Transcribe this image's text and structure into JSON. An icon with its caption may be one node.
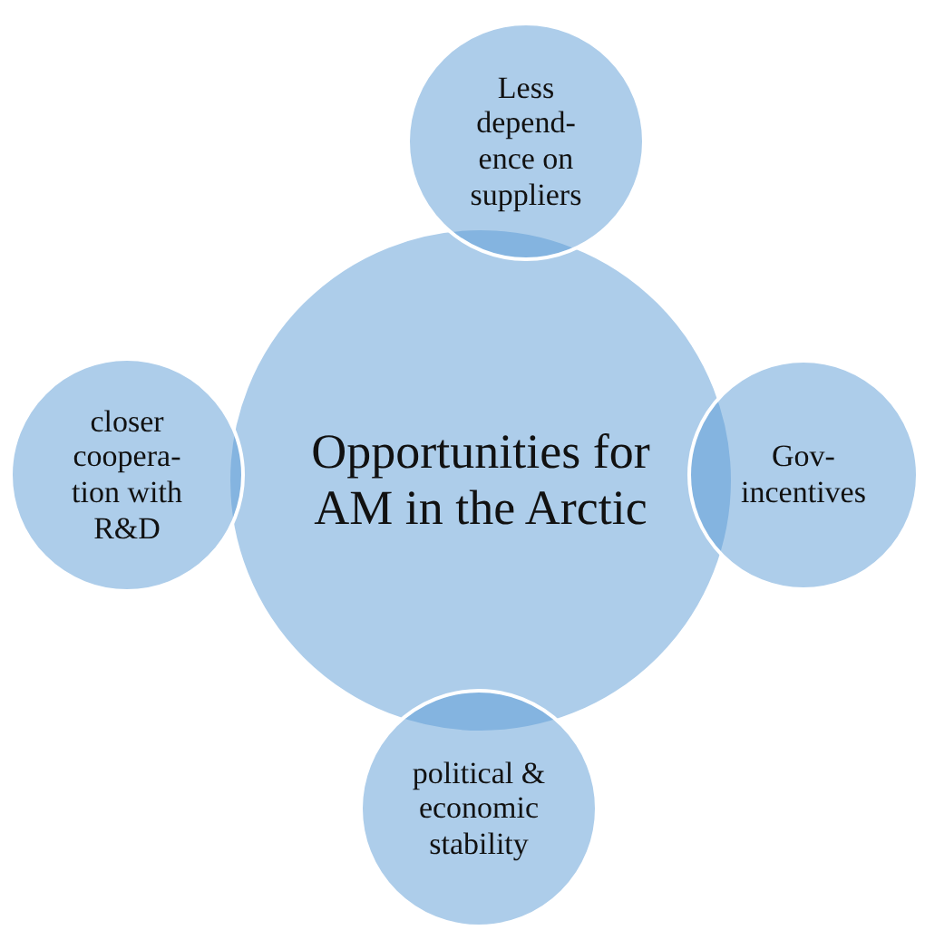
{
  "diagram": {
    "nodes": [
      {
        "text": [
          "Opportunities for AM in the Arctic"
        ]
      },
      {
        "text": [
          "Less depend- ence on suppliers"
        ]
      },
      {
        "text": [
          "Gov- incentives"
        ]
      },
      {
        "text": [
          "political & economic stability"
        ]
      },
      {
        "text": [
          "closer coopera- tion with R&D"
        ]
      }
    ]
  }
}
